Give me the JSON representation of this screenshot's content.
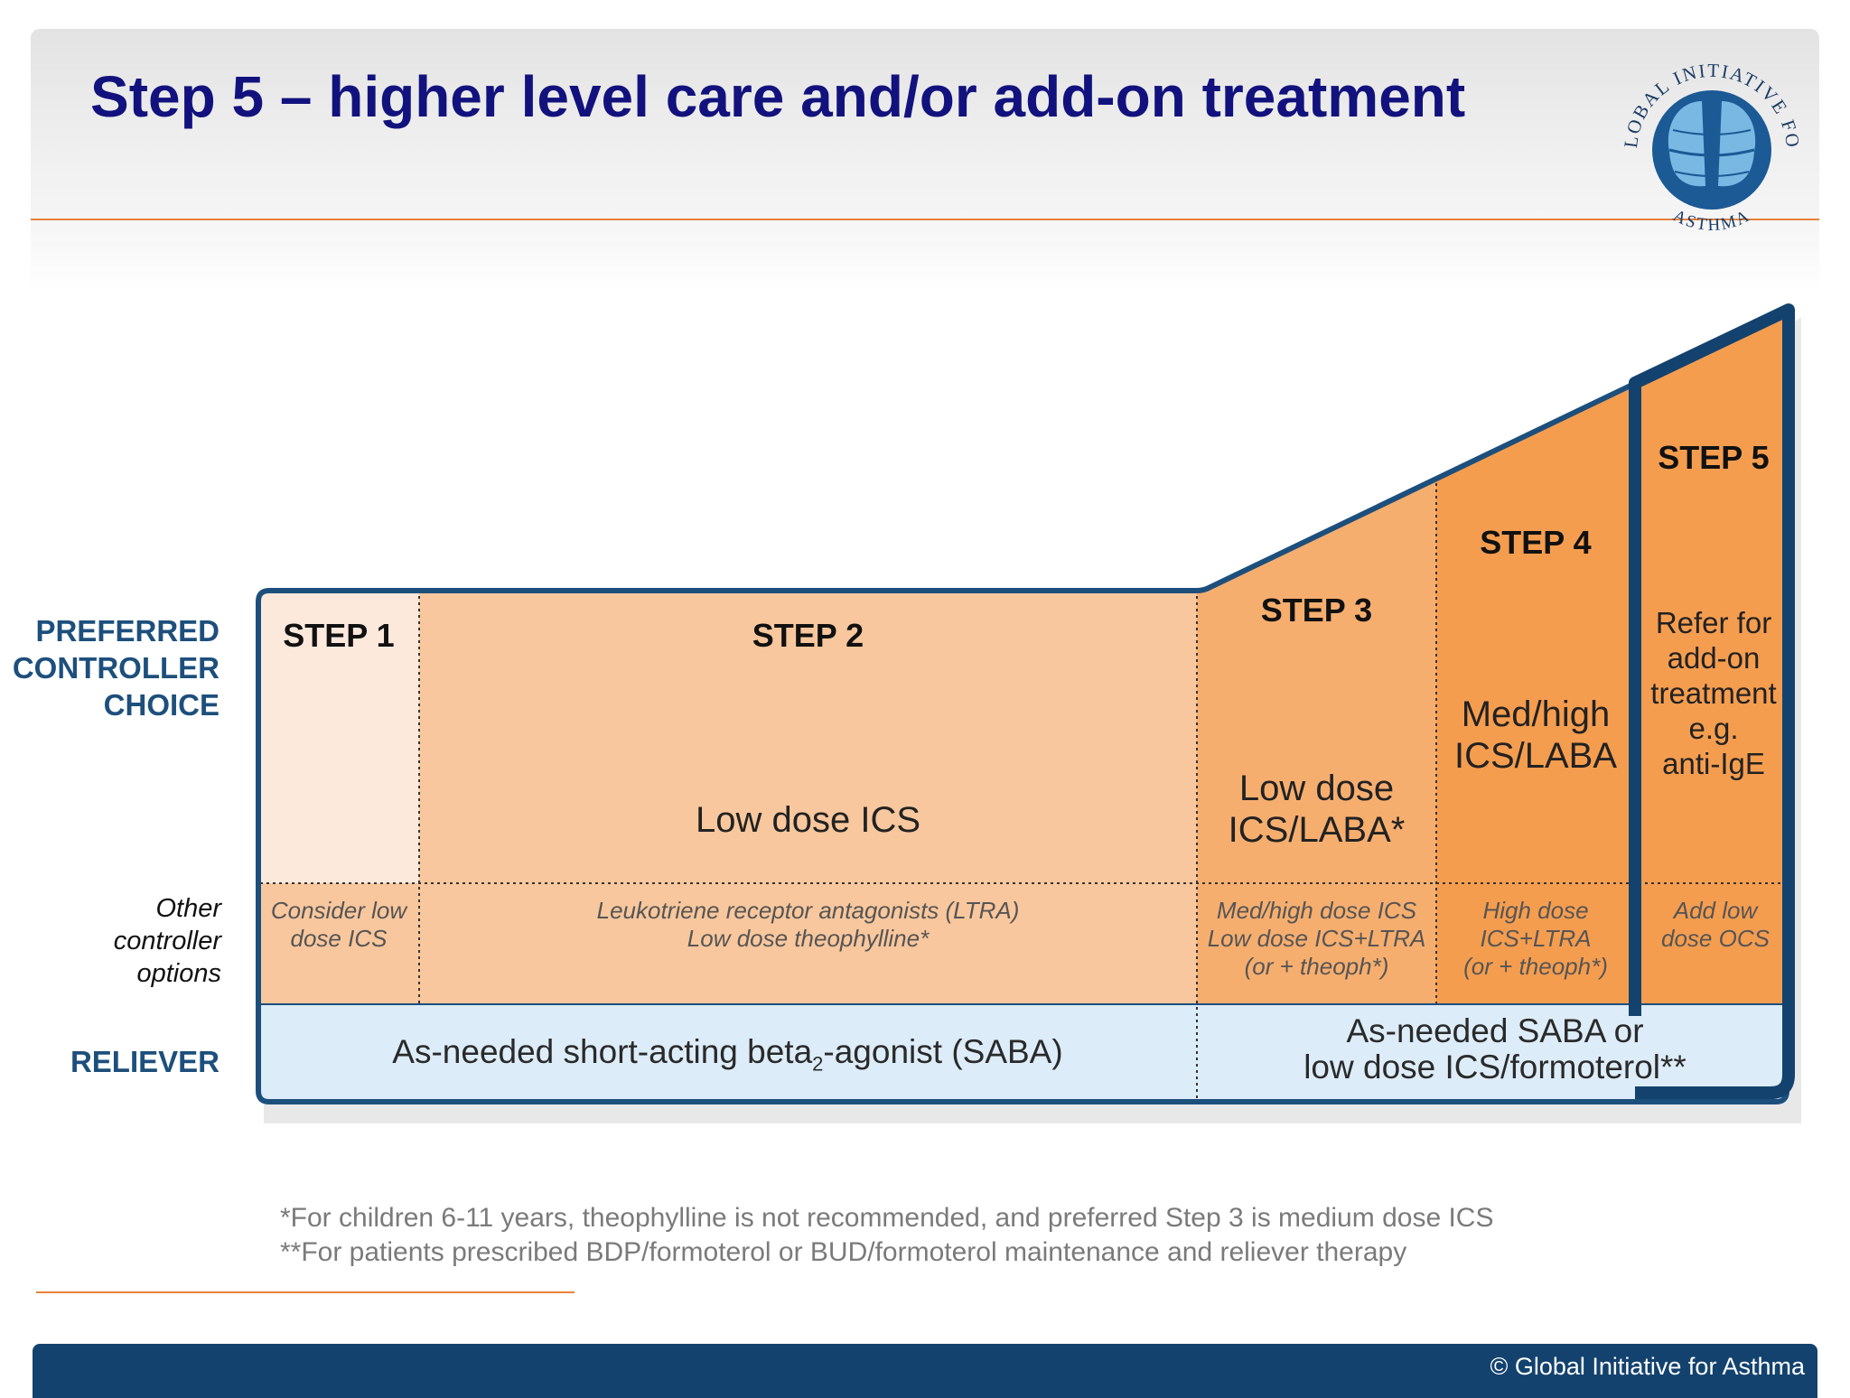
{
  "title": "Step 5 – higher level care and/or add-on treatment",
  "logo": {
    "ring_top": "GLOBAL INITIATIVE FOR",
    "ring_bottom": "ASTHMA",
    "icon": "lungs-globe-icon",
    "color": "#1b5a95"
  },
  "row_labels": {
    "preferred": [
      "PREFERRED",
      "CONTROLLER",
      "CHOICE"
    ],
    "other": [
      "Other",
      "controller",
      "options"
    ],
    "reliever": "RELIEVER"
  },
  "steps": [
    {
      "label": "STEP 1",
      "preferred": [],
      "other": [
        "Consider low",
        "dose ICS"
      ],
      "fill": "#fde9dc"
    },
    {
      "label": "STEP 2",
      "preferred": [
        "Low dose ICS"
      ],
      "other": [
        "Leukotriene receptor antagonists (LTRA)",
        "Low dose theophylline*"
      ],
      "fill": "#f9c79d"
    },
    {
      "label": "STEP 3",
      "preferred": [
        "Low dose",
        "ICS/LABA*"
      ],
      "other": [
        "Med/high dose ICS",
        "Low dose ICS+LTRA",
        "(or + theoph*)"
      ],
      "fill": "#f6ae6f"
    },
    {
      "label": "STEP 4",
      "preferred": [
        "Med/high",
        "ICS/LABA"
      ],
      "other": [
        "High dose",
        "ICS+LTRA",
        "(or + theoph*)"
      ],
      "fill": "#f59d4f"
    },
    {
      "label": "STEP 5",
      "preferred": [
        "Refer for",
        "add-on",
        "treatment",
        "e.g.",
        "anti-IgE"
      ],
      "other": [
        "Add low",
        "dose OCS"
      ],
      "fill": "#f59d4f"
    }
  ],
  "reliever": {
    "left_text": [
      "As-needed short-acting beta",
      "2",
      "-agonist (SABA)"
    ],
    "right_text": [
      "As-needed SABA or",
      "low dose ICS/formoterol**"
    ],
    "fill": "#dcecf8"
  },
  "colors": {
    "frame": "#1d4f7c",
    "highlight": "#13426e",
    "accent_rule": "#e8823a",
    "title": "#12127e"
  },
  "footnotes": [
    "*For children 6-11 years, theophylline  is not recommended, and preferred Step 3 is medium dose ICS",
    "**For patients  prescribed BDP/formoterol or BUD/formoterol maintenance and reliever therapy"
  ],
  "copyright": "© Global Initiative for Asthma"
}
